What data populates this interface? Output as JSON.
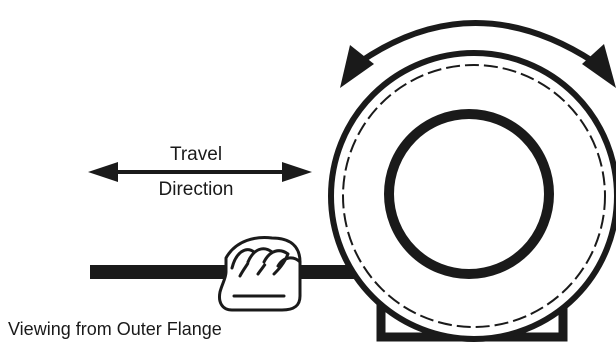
{
  "labels": {
    "travel": "Travel",
    "direction": "Direction",
    "caption": "Viewing from Outer Flange"
  },
  "colors": {
    "ink": "#1a1a1a",
    "background": "#ffffff"
  },
  "icons": {
    "hand": "gloved-hand-icon",
    "rotation": "curved-double-arrow-icon",
    "travel": "double-headed-arrow-icon"
  }
}
